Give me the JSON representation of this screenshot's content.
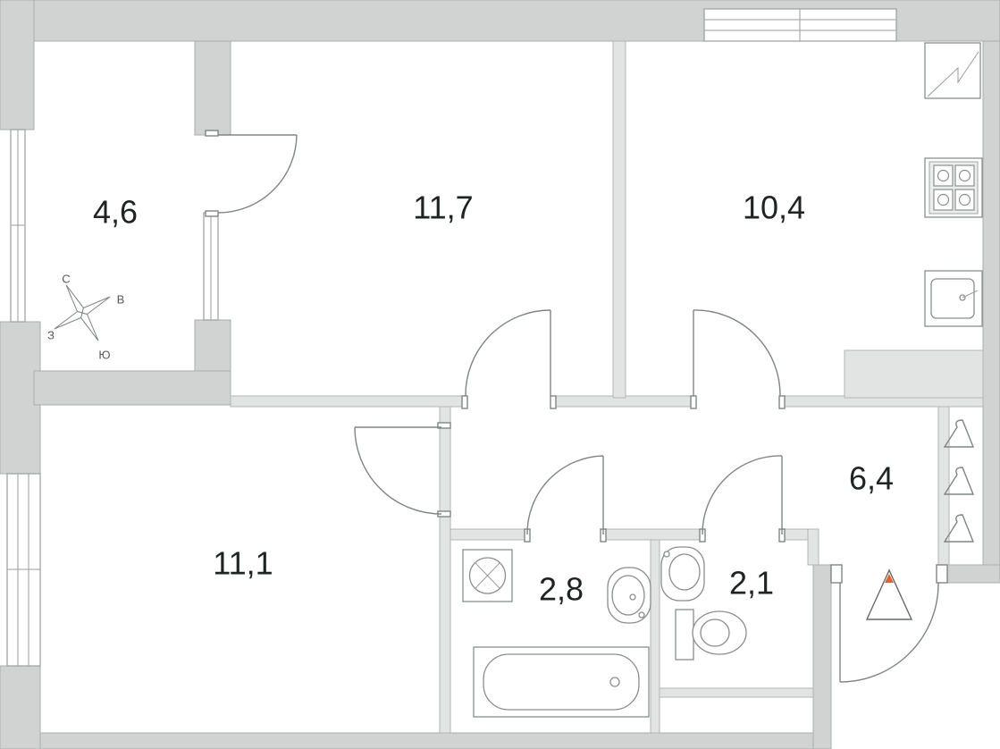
{
  "rooms": [
    {
      "id": "balcony",
      "area": "4,6"
    },
    {
      "id": "room-1",
      "area": "11,7"
    },
    {
      "id": "kitchen",
      "area": "10,4"
    },
    {
      "id": "room-2",
      "area": "11,1"
    },
    {
      "id": "hallway",
      "area": "6,4"
    },
    {
      "id": "bathroom",
      "area": "2,8"
    },
    {
      "id": "toilet",
      "area": "2,1"
    }
  ],
  "compass": {
    "north": "С",
    "east": "В",
    "south": "Ю",
    "west": "З"
  },
  "icons": {
    "compass": "compass-rose-icon",
    "entrance": "entrance-arrow-icon",
    "ventilation": "ventilation-shaft-icon",
    "stove": "stove-icon",
    "sink": "sink-icon",
    "bathtub": "bathtub-icon",
    "toilet": "toilet-icon",
    "washer": "washing-machine-icon",
    "hanger": "coat-hanger-icon"
  },
  "colors": {
    "wall": "#d0d3d2",
    "entrance_marker": "#e8632b",
    "text": "#1f2323"
  }
}
